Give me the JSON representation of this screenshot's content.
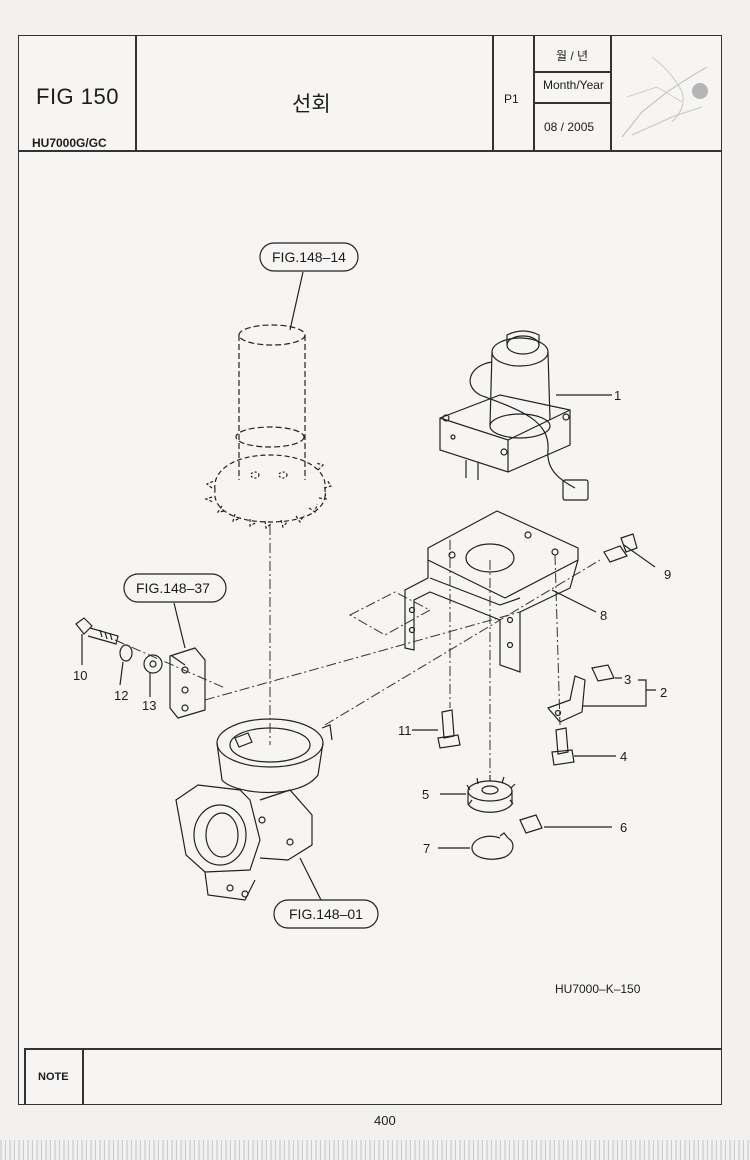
{
  "header": {
    "fig_label": "FIG 150",
    "model": "HU7000G/GC",
    "title": "선회",
    "page_code": "P1",
    "date_label_kr": "월 / 년",
    "date_label_en": "Month/Year",
    "date_value": "08 / 2005"
  },
  "diagram": {
    "figure_refs": [
      "FIG.148–14",
      "FIG.148–37",
      "FIG.148–01"
    ],
    "callouts": [
      "1",
      "2",
      "3",
      "4",
      "5",
      "6",
      "7",
      "8",
      "9",
      "10",
      "11",
      "12",
      "13"
    ],
    "drawing_code": "HU7000–K–150"
  },
  "footer": {
    "note_label": "NOTE",
    "page_number": "400"
  }
}
